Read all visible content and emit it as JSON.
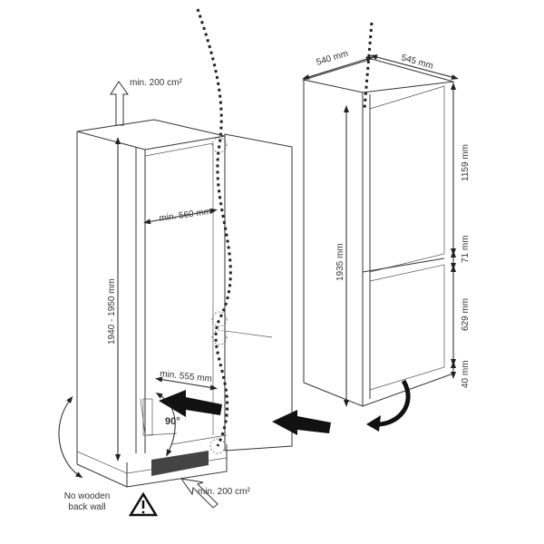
{
  "labels": {
    "vent_top": "min. 200 cm²",
    "vent_bottom": "min. 200 cm²",
    "width_min": "min. 560 mm",
    "depth_min": "min. 555 mm",
    "niche_height": "1940 - 1950 mm",
    "angle": "90°",
    "no_back_wall_line1": "No wooden",
    "no_back_wall_line2": "back wall",
    "appliance_width": "540 mm",
    "appliance_depth": "545 mm",
    "appliance_height": "1935 mm",
    "upper_height": "1159 mm",
    "gap_height": "71 mm",
    "lower_height": "629 mm",
    "bottom_height": "40 mm"
  },
  "icons": [
    "warning-triangle-icon",
    "airflow-arrow-icon",
    "insert-arrow-icon",
    "rotate-arrow-icon"
  ]
}
